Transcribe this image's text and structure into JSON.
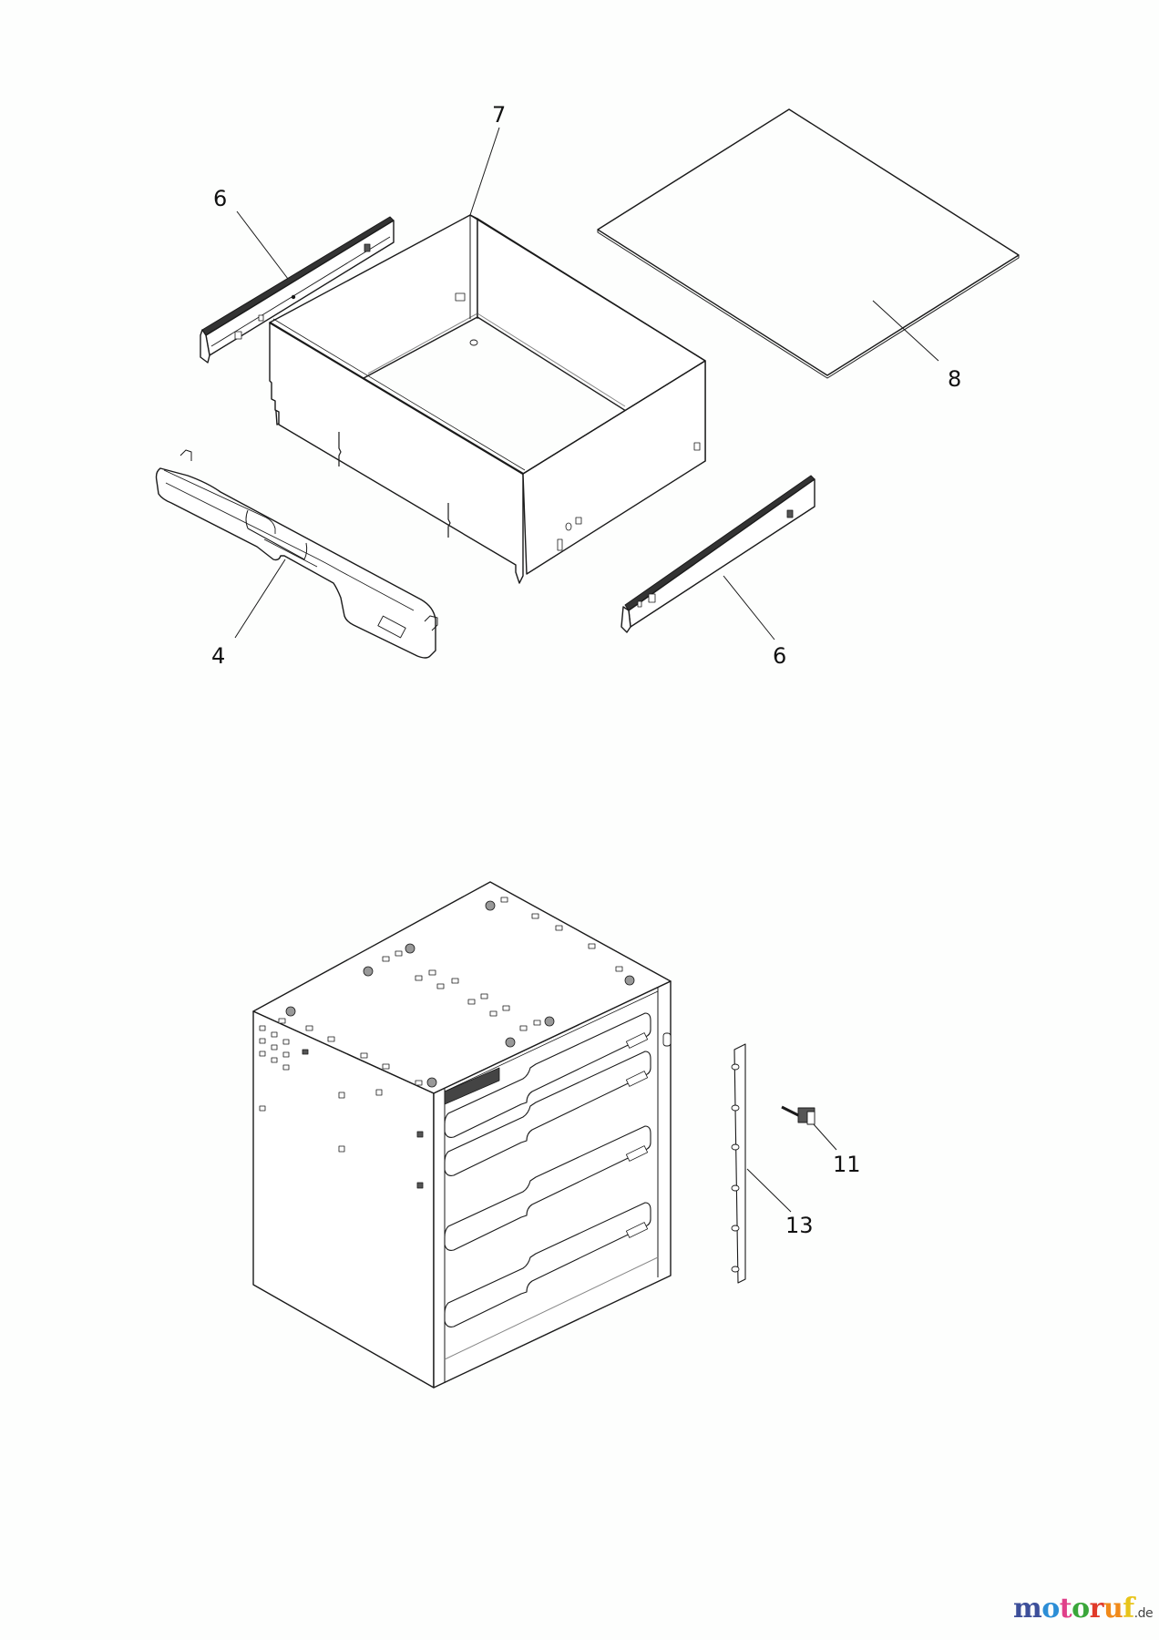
{
  "diagram": {
    "type": "exploded parts diagram",
    "sections": [
      {
        "name": "drawer-assembly",
        "parts": [
          {
            "ref": "4",
            "description": "drawer front handle"
          },
          {
            "ref": "6",
            "description": "drawer slide rail (left)"
          },
          {
            "ref": "6",
            "description": "drawer slide rail (right)"
          },
          {
            "ref": "7",
            "description": "drawer body"
          },
          {
            "ref": "8",
            "description": "drawer liner / mat"
          }
        ]
      },
      {
        "name": "cabinet-assembly",
        "parts": [
          {
            "ref": "11",
            "description": "lock"
          },
          {
            "ref": "13",
            "description": "locking bar"
          }
        ]
      }
    ]
  },
  "labels": {
    "part_7": "7",
    "part_6_top": "6",
    "part_8": "8",
    "part_4": "4",
    "part_6_bottom": "6",
    "part_11": "11",
    "part_13": "13"
  },
  "watermark": {
    "letters": [
      "m",
      "o",
      "t",
      "o",
      "r",
      "u",
      "f"
    ],
    "colors": [
      "#3d4f9a",
      "#2c8ed6",
      "#e0408a",
      "#3aa63a",
      "#e03a2a",
      "#f08a1a",
      "#e8c41a"
    ],
    "tld": ".de"
  }
}
